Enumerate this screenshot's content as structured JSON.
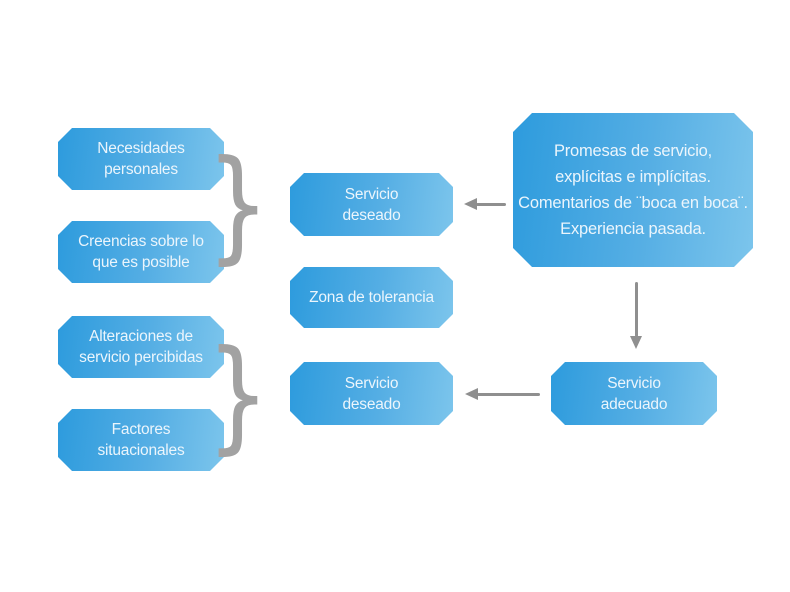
{
  "colors": {
    "box_gradient_left": "#2d9bdd",
    "box_gradient_right": "#7cc5ec",
    "box_text": "#ebf5fc",
    "connector_gray": "#8f8f8f",
    "brace_gray": "#a2a2a2",
    "background": "#ffffff"
  },
  "boxes": {
    "necesidades": {
      "label": "Necesidades\npersonales"
    },
    "creencias": {
      "label": "Creencias sobre lo\nque es posible"
    },
    "alteraciones": {
      "label": "Alteraciones de\nservicio percibidas"
    },
    "factores": {
      "label": "Factores\nsituacionales"
    },
    "servicio_deseado_top": {
      "label": "Servicio\ndeseado"
    },
    "zona_tolerancia": {
      "label": "Zona de tolerancia"
    },
    "servicio_deseado_bottom": {
      "label": "Servicio\ndeseado"
    },
    "promesas": {
      "label": "Promesas de servicio,\nexplícitas e implícitas.\nComentarios de ¨boca en boca¨.\nExperiencia pasada."
    },
    "servicio_adecuado": {
      "label": "Servicio\nadecuado"
    }
  },
  "glyphs": {
    "brace": "}"
  }
}
